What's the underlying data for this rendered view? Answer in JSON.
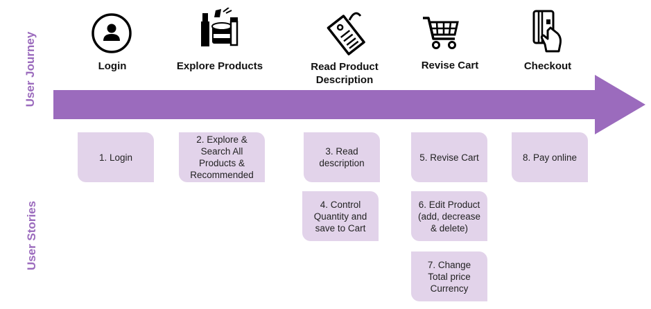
{
  "labels": {
    "journey": "User Journey",
    "stories": "User Stories"
  },
  "stages": {
    "login": "Login",
    "explore": "Explore Products",
    "read_line1": "Read Product",
    "read_line2": "Description",
    "revise": "Revise Cart",
    "checkout": "Checkout"
  },
  "stories": {
    "s1": "1. Login",
    "s2": "2. Explore & Search All Products & Recommended",
    "s3": "3. Read description",
    "s4": "4. Control Quantity and save to Cart",
    "s5": "5. Revise Cart",
    "s6": "6. Edit Product (add, decrease & delete)",
    "s7": "7. Change Total price Currency",
    "s8": "8. Pay online"
  },
  "colors": {
    "accent": "#9b6bbd",
    "card": "#e2d3ea"
  },
  "icons": [
    "user-icon",
    "cosmetics-icon",
    "price-tag-icon",
    "shopping-cart-icon",
    "credit-card-icon"
  ]
}
